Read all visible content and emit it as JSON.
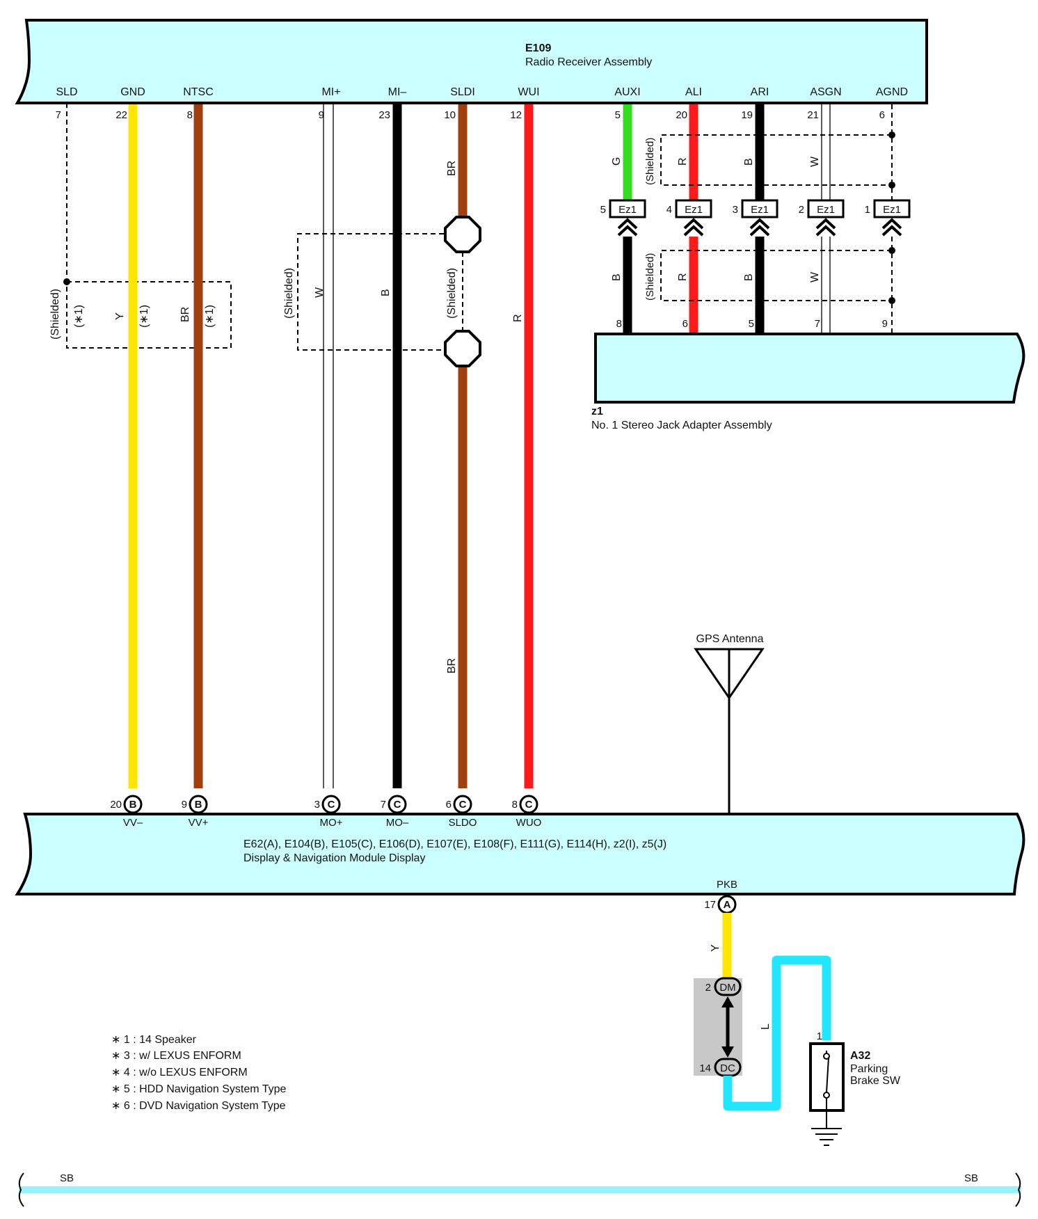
{
  "radio": {
    "code": "E109",
    "name": "Radio Receiver Assembly",
    "pins": [
      {
        "label": "SLD",
        "num": "7"
      },
      {
        "label": "GND",
        "num": "22"
      },
      {
        "label": "NTSC",
        "num": "8"
      },
      {
        "label": "MI+",
        "num": "9"
      },
      {
        "label": "MI–",
        "num": "23"
      },
      {
        "label": "SLDI",
        "num": "10"
      },
      {
        "label": "WUI",
        "num": "12"
      },
      {
        "label": "AUXI",
        "num": "5"
      },
      {
        "label": "ALI",
        "num": "20"
      },
      {
        "label": "ARI",
        "num": "19"
      },
      {
        "label": "ASGN",
        "num": "21"
      },
      {
        "label": "AGND",
        "num": "6"
      }
    ]
  },
  "stereo_jack": {
    "code": "z1",
    "name": "No. 1 Stereo Jack Adapter Assembly",
    "pin_nums": [
      "8",
      "6",
      "5",
      "7",
      "9"
    ]
  },
  "connectors": {
    "ez_label": "Ez1",
    "ez_nums": [
      "5",
      "4",
      "3",
      "2",
      "1"
    ],
    "upper_wire_colors": [
      "G",
      "R",
      "B",
      "W"
    ],
    "lower_wire_colors": [
      "B",
      "R",
      "B",
      "W"
    ]
  },
  "left_wires": {
    "y_label": "Y",
    "br_label": "BR",
    "star1": "(∗1)",
    "w_label": "W",
    "b_label": "B",
    "r_label": "R"
  },
  "shield_label": "(Shielded)",
  "gps": {
    "label": "GPS Antenna"
  },
  "display": {
    "codes": "E62(A), E104(B), E105(C), E106(D), E107(E), E108(F), E111(G), E114(H), z2(I), z5(J)",
    "name": "Display & Navigation Module Display",
    "pins": [
      {
        "num": "20",
        "conn": "B",
        "label": "VV–"
      },
      {
        "num": "9",
        "conn": "B",
        "label": "VV+"
      },
      {
        "num": "3",
        "conn": "C",
        "label": "MO+"
      },
      {
        "num": "7",
        "conn": "C",
        "label": "MO–"
      },
      {
        "num": "6",
        "conn": "C",
        "label": "SLDO"
      },
      {
        "num": "8",
        "conn": "C",
        "label": "WUO"
      }
    ],
    "pkb": {
      "label": "PKB",
      "num": "17",
      "conn": "A"
    }
  },
  "junction": {
    "top_num": "2",
    "top_label": "DM",
    "bottom_num": "14",
    "bottom_label": "DC"
  },
  "pkb_wire_color": "Y",
  "l_wire_color": "L",
  "parking_switch": {
    "code": "A32",
    "name_line1": "Parking",
    "name_line2": "Brake SW",
    "pin": "1"
  },
  "notes": [
    "∗ 1 : 14 Speaker",
    "∗ 3 : w/ LEXUS ENFORM",
    "∗ 4 : w/o LEXUS ENFORM",
    "∗ 5 : HDD Navigation System Type",
    "∗ 6 : DVD Navigation System Type"
  ],
  "bottom_bus": {
    "left": "SB",
    "right": "SB"
  },
  "colors": {
    "component_fill": "#ccffff",
    "yellow": "#ffe600",
    "brown": "#a0400e",
    "black": "#000000",
    "red": "#ff1a1a",
    "green": "#33dd22",
    "cyan": "#22e5ff",
    "shade": "#c8c8c8"
  }
}
